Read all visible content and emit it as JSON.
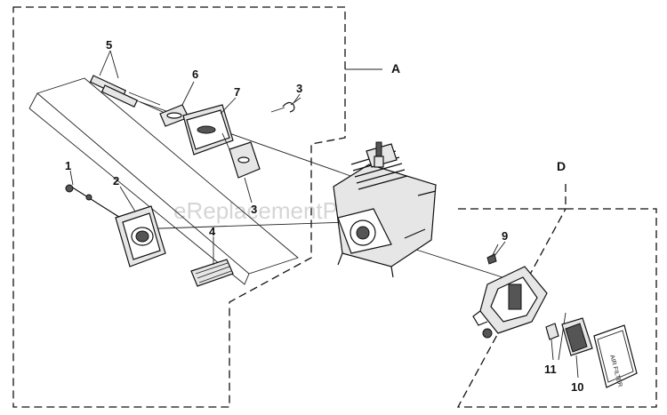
{
  "watermark": "eReplacementParts.com",
  "groups": [
    {
      "id": "A",
      "label": "A"
    },
    {
      "id": "D",
      "label": "D"
    }
  ],
  "callouts": [
    {
      "id": "1",
      "label": "1"
    },
    {
      "id": "2",
      "label": "2"
    },
    {
      "id": "3a",
      "label": "3"
    },
    {
      "id": "3b",
      "label": "3"
    },
    {
      "id": "4",
      "label": "4"
    },
    {
      "id": "5",
      "label": "5"
    },
    {
      "id": "6",
      "label": "6"
    },
    {
      "id": "7",
      "label": "7"
    },
    {
      "id": "9",
      "label": "9"
    },
    {
      "id": "10",
      "label": "10"
    },
    {
      "id": "11",
      "label": "11"
    }
  ],
  "filter_cover_text": "AIR FILTER"
}
